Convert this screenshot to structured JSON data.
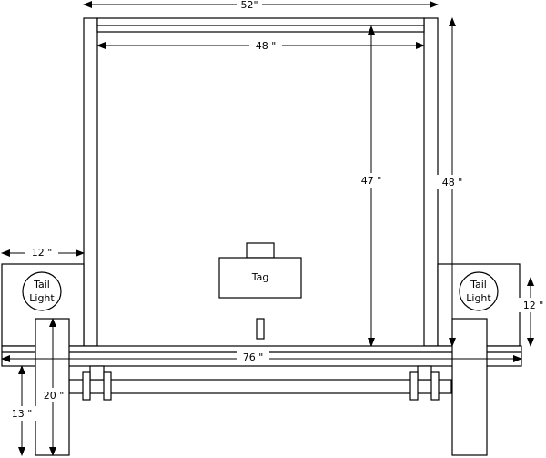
{
  "labels": {
    "width_top": "52\"",
    "width_inner": "48 \"",
    "height_inner": "47 \"",
    "height_outer": "48 \"",
    "side_width": "12 \"",
    "side_height": "12 \"",
    "total_width": "76 \"",
    "wheel_height": "20 \"",
    "ground_clearance": "13 \"",
    "tag": "Tag",
    "tail_light_left": [
      "Tail",
      "Light"
    ],
    "tail_light_right": [
      "Tail",
      "Light"
    ]
  }
}
